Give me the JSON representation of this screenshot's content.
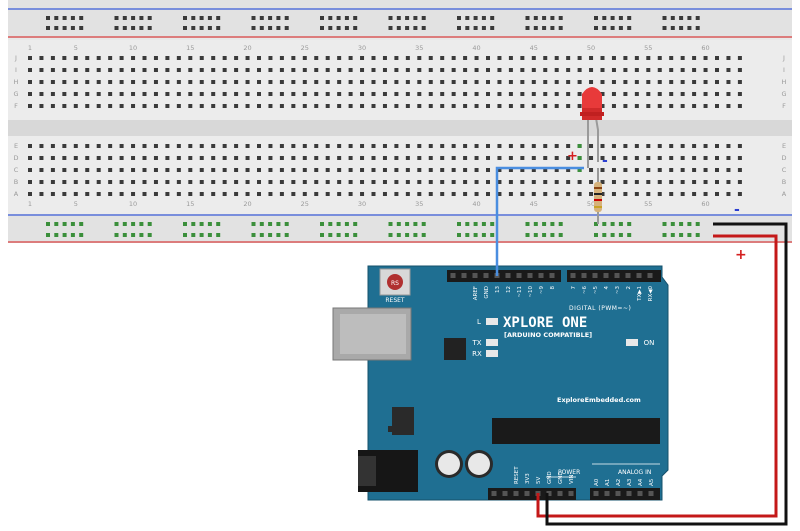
{
  "breadboard": {
    "column_numbers": [
      "1",
      "5",
      "10",
      "15",
      "20",
      "25",
      "30",
      "35",
      "40",
      "45",
      "50",
      "55",
      "60"
    ],
    "row_letters_top": [
      "J",
      "I",
      "H",
      "G",
      "F"
    ],
    "row_letters_bottom": [
      "E",
      "D",
      "C",
      "B",
      "A"
    ],
    "rail_minus_symbol": "-",
    "rail_plus_symbol": "+"
  },
  "led": {
    "plus_symbol": "+",
    "minus_symbol": "-"
  },
  "board": {
    "name": "XPLORE ONE",
    "subtitle": "[ARDUINO COMPATIBLE]",
    "website": "ExploreEmbedded.com",
    "reset_label": "RESET",
    "reset_btn_text": "RS",
    "digital_label": "DIGITAL (PWM=~)",
    "power_label": "POWER",
    "analog_label": "ANALOG IN",
    "led_l": "L",
    "led_tx": "TX",
    "led_rx": "RX",
    "led_on": "ON",
    "top_pins": [
      "AREF",
      "GND",
      "13",
      "12",
      "~11",
      "~10",
      "~9",
      "8",
      "7",
      "~6",
      "~5",
      "4",
      "~3",
      "2",
      "TX▶1",
      "RX◀0"
    ],
    "power_pins": [
      "RESET",
      "3V3",
      "5V",
      "GND",
      "GND",
      "VIN"
    ],
    "analog_pins": [
      "A0",
      "A1",
      "A2",
      "A3",
      "A4",
      "A5"
    ]
  },
  "colors": {
    "breadboard": "#e6e6e6",
    "rail_blue": "#3b5bd9",
    "rail_red": "#d84040",
    "board": "#1f6f92",
    "wire_blue": "#4a8ee0",
    "wire_red": "#c41818",
    "wire_black": "#111111",
    "led": "#e83a3a"
  }
}
